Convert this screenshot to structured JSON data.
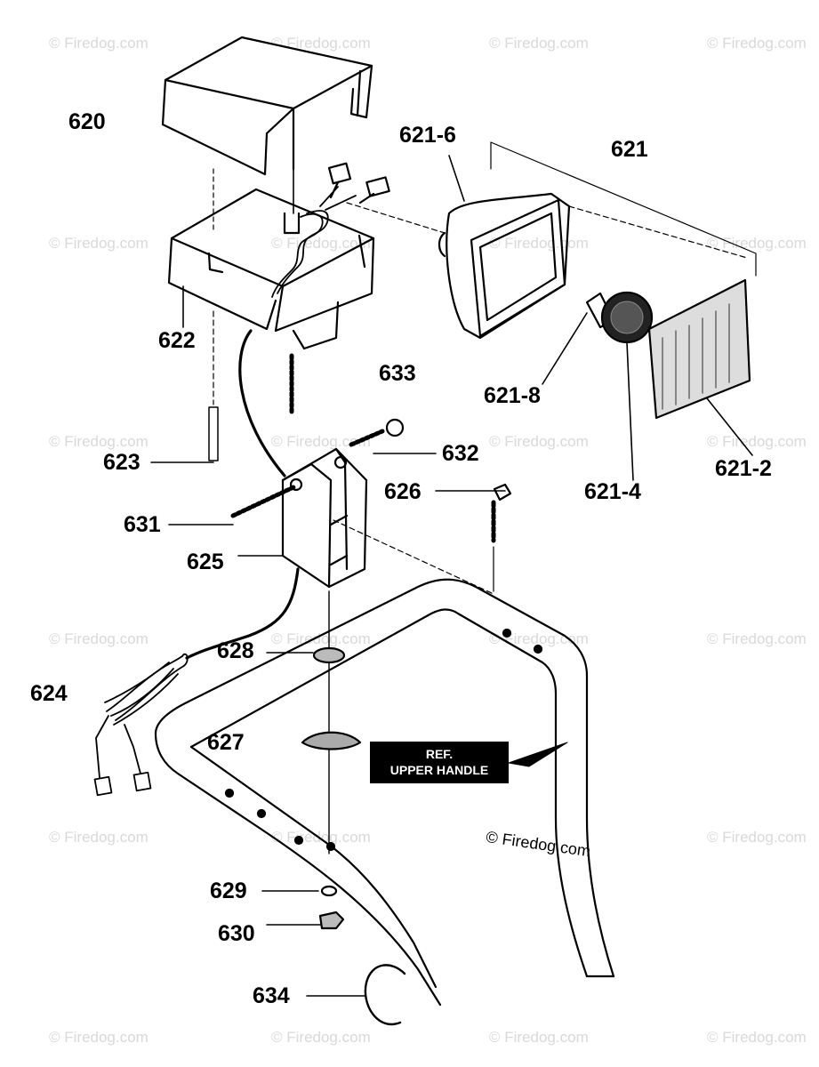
{
  "watermark": "© Firedog.com",
  "credit": "© Firedog.com",
  "callout": {
    "line1": "REF.",
    "line2": "UPPER HANDLE"
  },
  "labels": {
    "p620": "620",
    "p621": "621",
    "p621_6": "621-6",
    "p622": "622",
    "p633": "633",
    "p621_8": "621-8",
    "p632": "632",
    "p623": "623",
    "p626": "626",
    "p621_4": "621-4",
    "p621_2": "621-2",
    "p631": "631",
    "p625": "625",
    "p628": "628",
    "p624": "624",
    "p627": "627",
    "p629": "629",
    "p630": "630",
    "p634": "634"
  },
  "colors": {
    "ink": "#000000",
    "watermark": "#d9d9d9",
    "background": "#ffffff"
  }
}
